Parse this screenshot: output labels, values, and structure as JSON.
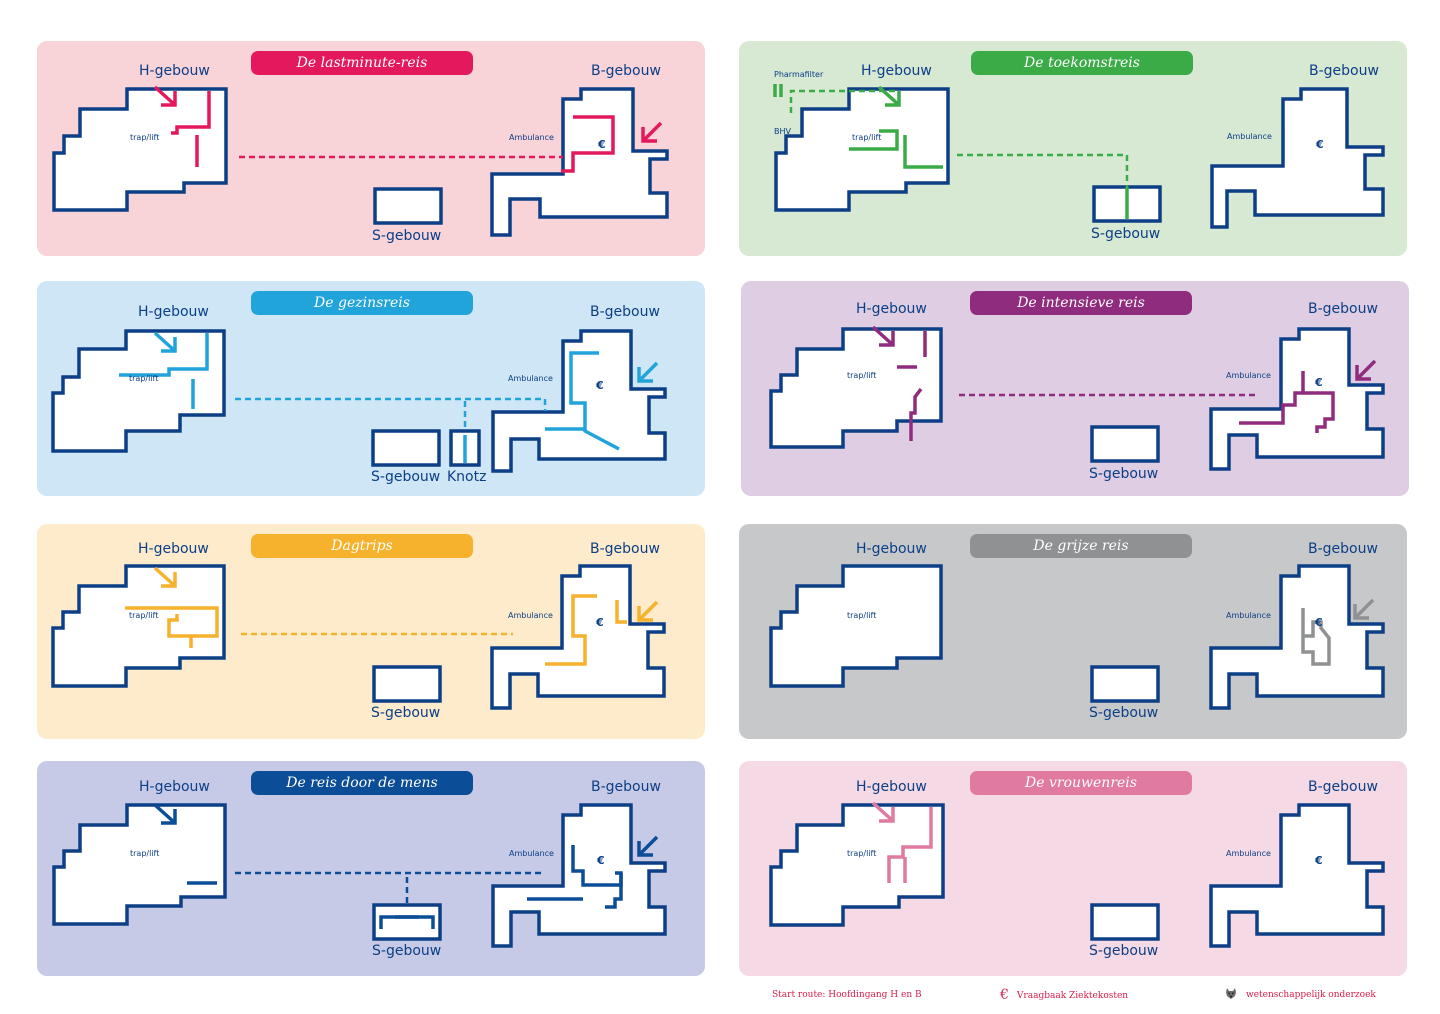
{
  "labels": {
    "h_gebouw": "H-gebouw",
    "b_gebouw": "B-gebouw",
    "s_gebouw": "S-gebouw",
    "knotz": "Knotz",
    "trap_lift": "trap/lift",
    "ambulance": "Ambulance",
    "euro": "€",
    "pharmafilter": "Pharmafilter",
    "bhv": "BHV"
  },
  "panels": [
    {
      "title": "De lastminute-reis",
      "bg": "#f8d3d8",
      "accent": "#e4195d"
    },
    {
      "title": "De toekomstreis",
      "bg": "#d7e9d3",
      "accent": "#3aab47"
    },
    {
      "title": "De gezinsreis",
      "bg": "#cfe6f6",
      "accent": "#21a4da"
    },
    {
      "title": "De intensieve reis",
      "bg": "#dfcde3",
      "accent": "#902c7e"
    },
    {
      "title": "Dagtrips",
      "bg": "#fdebcc",
      "accent": "#f6b12d"
    },
    {
      "title": "De grijze reis",
      "bg": "#c7c8ca",
      "accent": "#8f9193"
    },
    {
      "title": "De reis door de mens",
      "bg": "#c6cae6",
      "accent": "#0c4d97"
    },
    {
      "title": "De vrouwenreis",
      "bg": "#f5d9e4",
      "accent": "#e07aa0"
    }
  ],
  "colors": {
    "building_outline": "#0c3f86",
    "label_text": "#0c3f86",
    "footer_text": "#d8204d"
  },
  "legend": {
    "start": "Start route: Hoofdingang H en B",
    "euro_symbol": "€",
    "vraagbaak": "Vraagbaak Ziektekosten",
    "research": "wetenschappelijk onderzoek",
    "research_icon": "raccoon-icon"
  }
}
